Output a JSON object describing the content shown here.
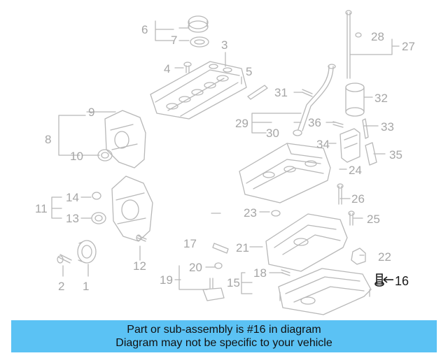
{
  "diagram": {
    "part_labels": [
      "1",
      "2",
      "3",
      "4",
      "5",
      "6",
      "7",
      "8",
      "9",
      "10",
      "11",
      "12",
      "13",
      "14",
      "15",
      "17",
      "18",
      "19",
      "20",
      "21",
      "22",
      "23",
      "24",
      "25",
      "26",
      "27",
      "28",
      "29",
      "30",
      "31",
      "32",
      "33",
      "34",
      "35",
      "36"
    ],
    "highlight_label": "16",
    "colors": {
      "part": "#b8b8b8",
      "label": "#a6a6a6",
      "highlight": "#1a1a1a",
      "banner": "#5bc2f4"
    }
  },
  "banner": {
    "line1": "Part or sub-assembly is #16 in diagram",
    "line2": "Diagram may not be specific to your vehicle"
  }
}
